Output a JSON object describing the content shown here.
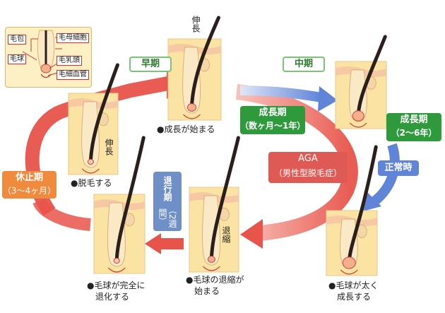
{
  "colors": {
    "panel_fill": "#fbe3a4",
    "skin": "#f6c9a4",
    "hair": "#2a1f1c",
    "arrow_red": "#e8534a",
    "arrow_blue": "#5f84d8",
    "tag_orange": "#f08a3c",
    "tag_green": "#2e9a3c",
    "tag_red": "#e05a55",
    "tag_blue": "#5f84d8",
    "tag_steel": "#6e8fc7"
  },
  "legend": {
    "hair_follicle": "毛包",
    "hair_bulb": "毛球",
    "matrix_cells": "毛母細胞",
    "dermal_papilla": "毛乳頭",
    "capillaries": "毛細血管"
  },
  "stages": {
    "early": "早期",
    "middle": "中期"
  },
  "tags": {
    "telogen_title": "休止期",
    "telogen_duration": "（3〜4ヶ月）",
    "anagen_aga_title": "成長期",
    "anagen_aga_duration": "（数ヶ月〜1年）",
    "anagen_normal_title": "成長期",
    "anagen_normal_duration": "（2〜6年）",
    "aga_title": "AGA",
    "aga_subtitle": "（男性型脱毛症）",
    "normal": "正常時",
    "catagen_title": "退行期",
    "catagen_duration": "（2週間）"
  },
  "panel_text": {
    "grow": "伸長",
    "shrink": "退縮"
  },
  "captions": {
    "growth_begins": "●成長が始まる",
    "shedding": "●脱毛する",
    "bulb_thick_1": "●毛球が太く",
    "bulb_thick_2": "成長する",
    "bulb_shrink_1": "●毛球の退縮が",
    "bulb_shrink_2": "始まる",
    "bulb_degenerate_1": "●毛球が完全に",
    "bulb_degenerate_2": "退化する"
  }
}
